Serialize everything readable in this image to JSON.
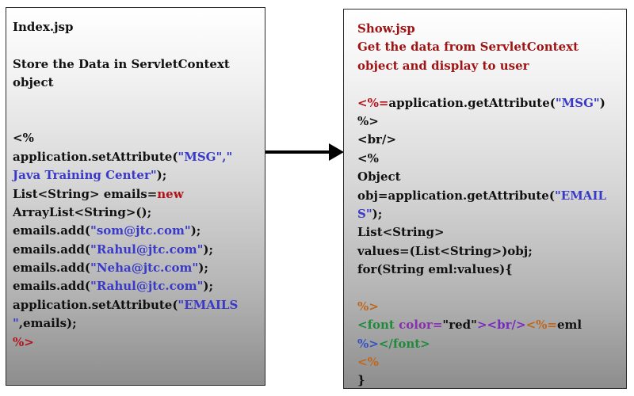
{
  "colors": {
    "default": "#111111",
    "string": "#3a3ac8",
    "keyword": "#b3121b",
    "heading_right": "#9e1414",
    "scriptlet_orange": "#c0661a",
    "tag_green": "#1e8a3a",
    "tag_purple": "#7a28c2",
    "attr_purple": "#8a2fb0",
    "close_blue": "#3050c8"
  },
  "left_panel": {
    "lines": [
      [
        {
          "t": "Index.jsp",
          "c": "default"
        }
      ],
      [],
      [
        {
          "t": "Store the Data in ServletContext",
          "c": "default"
        }
      ],
      [
        {
          "t": "object",
          "c": "default"
        }
      ],
      [],
      [],
      [
        {
          "t": "<%",
          "c": "default"
        }
      ],
      [
        {
          "t": "application.setAttribute(",
          "c": "default"
        },
        {
          "t": "\"MSG\",\"",
          "c": "string"
        }
      ],
      [
        {
          "t": "Java Training Center\"",
          "c": "string"
        },
        {
          "t": ");",
          "c": "default"
        }
      ],
      [
        {
          "t": "List<String> emails=",
          "c": "default"
        },
        {
          "t": "new",
          "c": "keyword"
        }
      ],
      [
        {
          "t": "ArrayList<String>();",
          "c": "default"
        }
      ],
      [
        {
          "t": "emails.add(",
          "c": "default"
        },
        {
          "t": "\"som@jtc.com\"",
          "c": "string"
        },
        {
          "t": ");",
          "c": "default"
        }
      ],
      [
        {
          "t": "emails.add(",
          "c": "default"
        },
        {
          "t": "\"Rahul@jtc.com\"",
          "c": "string"
        },
        {
          "t": ");",
          "c": "default"
        }
      ],
      [
        {
          "t": "emails.add(",
          "c": "default"
        },
        {
          "t": "\"Neha@jtc.com\"",
          "c": "string"
        },
        {
          "t": ");",
          "c": "default"
        }
      ],
      [
        {
          "t": "emails.add(",
          "c": "default"
        },
        {
          "t": "\"Rahul@jtc.com\"",
          "c": "string"
        },
        {
          "t": ");",
          "c": "default"
        }
      ],
      [
        {
          "t": "application.setAttribute(",
          "c": "default"
        },
        {
          "t": "\"EMAILS",
          "c": "string"
        }
      ],
      [
        {
          "t": "\"",
          "c": "string"
        },
        {
          "t": ",emails);",
          "c": "default"
        }
      ],
      [
        {
          "t": "%>",
          "c": "keyword"
        }
      ]
    ]
  },
  "right_panel": {
    "lines": [
      [
        {
          "t": "Show.jsp",
          "c": "heading_right"
        }
      ],
      [
        {
          "t": "Get the data from ServletContext",
          "c": "heading_right"
        }
      ],
      [
        {
          "t": "object and display to user",
          "c": "heading_right"
        }
      ],
      [],
      [
        {
          "t": "<%=",
          "c": "keyword"
        },
        {
          "t": "application.getAttribute(",
          "c": "default"
        },
        {
          "t": "\"MSG\"",
          "c": "string"
        },
        {
          "t": ")",
          "c": "default"
        }
      ],
      [
        {
          "t": "%>",
          "c": "default"
        }
      ],
      [
        {
          "t": "<br/>",
          "c": "default"
        }
      ],
      [
        {
          "t": "<%",
          "c": "default"
        }
      ],
      [
        {
          "t": "Object",
          "c": "default"
        }
      ],
      [
        {
          "t": "obj=application.getAttribute(",
          "c": "default"
        },
        {
          "t": "\"EMAIL",
          "c": "string"
        }
      ],
      [
        {
          "t": "S\"",
          "c": "string"
        },
        {
          "t": ");",
          "c": "default"
        }
      ],
      [
        {
          "t": "List<String>",
          "c": "default"
        }
      ],
      [
        {
          "t": "values=(List<String>)obj;",
          "c": "default"
        }
      ],
      [
        {
          "t": "for(String eml:values){",
          "c": "default"
        }
      ],
      [],
      [
        {
          "t": "%>",
          "c": "scriptlet_orange"
        }
      ],
      [
        {
          "t": "<font ",
          "c": "tag_green"
        },
        {
          "t": "color=",
          "c": "attr_purple"
        },
        {
          "t": "\"red\"",
          "c": "default"
        },
        {
          "t": "><br/>",
          "c": "tag_purple"
        },
        {
          "t": "<%=",
          "c": "scriptlet_orange"
        },
        {
          "t": "eml",
          "c": "default"
        }
      ],
      [
        {
          "t": "%>",
          "c": "close_blue"
        },
        {
          "t": "</font>",
          "c": "tag_green"
        }
      ],
      [
        {
          "t": "<%",
          "c": "scriptlet_orange"
        }
      ],
      [
        {
          "t": "}",
          "c": "default"
        }
      ],
      [
        {
          "t": "%>",
          "c": "scriptlet_orange"
        }
      ]
    ]
  }
}
